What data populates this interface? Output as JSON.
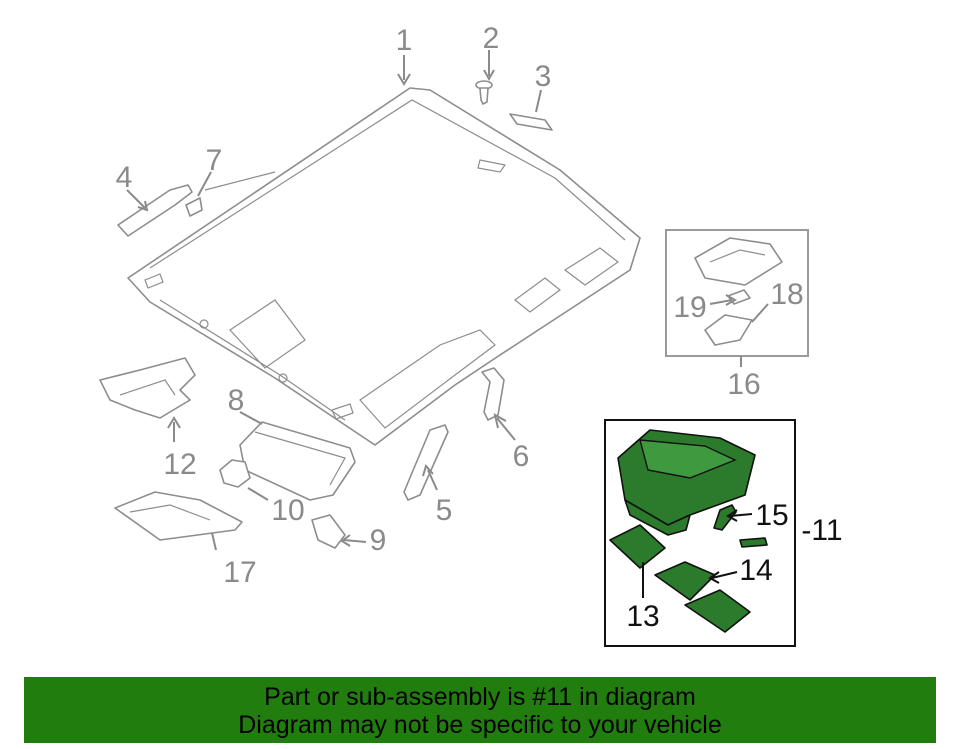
{
  "callouts": {
    "c1": "1",
    "c2": "2",
    "c3": "3",
    "c4": "4",
    "c5": "5",
    "c6": "6",
    "c7": "7",
    "c8": "8",
    "c9": "9",
    "c10": "10",
    "c11": "-11",
    "c12": "12",
    "c13": "13",
    "c14": "14",
    "c15": "15",
    "c16": "16",
    "c17": "17",
    "c18": "18",
    "c19": "19"
  },
  "banner": {
    "line1": "Part or sub-assembly is #11 in diagram",
    "line2": "Diagram may not be specific to your vehicle"
  },
  "colors": {
    "highlight": "#2c7a2c",
    "banner": "#217e0e",
    "line_art": "#8d8d8d"
  }
}
